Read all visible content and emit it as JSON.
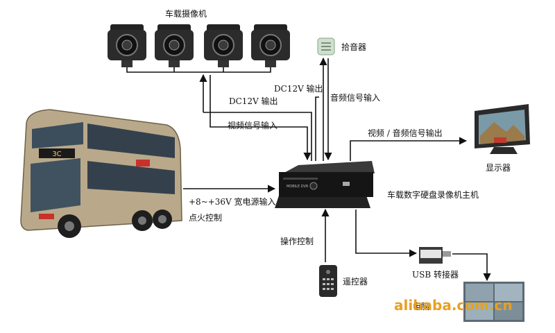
{
  "labels": {
    "cameras": "车载摄像机",
    "pickup": "拾音器",
    "dc12v_top": "DC12V 输出",
    "audio_in": "音频信号输入",
    "dc12v": "DC12V 输出",
    "video_in": "视频信号输入",
    "av_out": "视频 / 音频信号输出",
    "monitor": "显示器",
    "host": "车载数字硬盘录像机主机",
    "power": "+8~+36V 宽电源输入",
    "ignition": "点火控制",
    "operation": "操作控制",
    "remote": "遥控器",
    "usb": "USB 转接器",
    "pc": "电脑"
  },
  "device": {
    "brand": "MOBILE DVR"
  },
  "bus": {
    "route_display": "3C"
  },
  "watermark": "alibaba.com.cn",
  "colors": {
    "bus_body": "#b9a98a",
    "bus_red": "#c8312b",
    "watermark": "#e8a020"
  }
}
